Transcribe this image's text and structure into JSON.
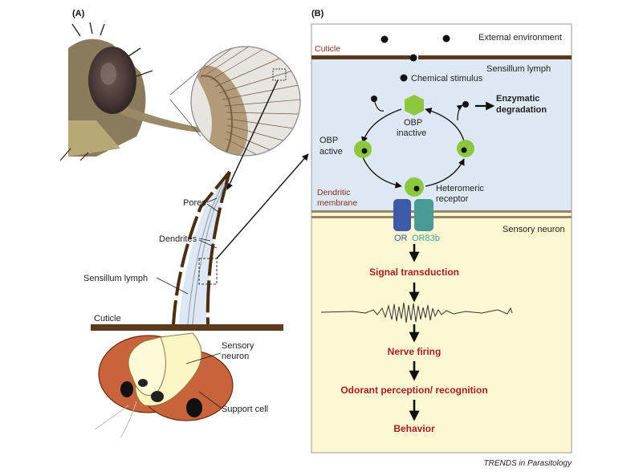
{
  "panel_a": {
    "panel_label": "(A)",
    "labels": {
      "pores": "Pores",
      "dendrites": "Dendrites",
      "sensillum_lymph": "Sensillum lymph",
      "cuticle": "Cuticle",
      "sensory_neuron_line1": "Sensory",
      "sensory_neuron_line2": "neuron",
      "support_cell": "Support cell"
    }
  },
  "panel_b": {
    "panel_label": "(B)",
    "labels": {
      "external_environment": "External environment",
      "cuticle": "Cuticle",
      "sensillum_lymph": "Sensillum lymph",
      "chemical_stimulus": "Chemical stimulus",
      "obp_inactive_line1": "OBP",
      "obp_inactive_line2": "inactive",
      "enzymatic_line1": "Enzymatic",
      "enzymatic_line2": "degradation",
      "obp_active_line1": "OBP",
      "obp_active_line2": "active",
      "heteromeric_line1": "Heteromeric",
      "heteromeric_line2": "receptor",
      "dendritic_line1": "Dendritic",
      "dendritic_line2": "membrane",
      "sensory_neuron": "Sensory neuron",
      "or": "OR",
      "or83b": "OR83b"
    },
    "cascade": [
      "Signal transduction",
      "Nerve firing",
      "Odorant perception/ recognition",
      "Behavior"
    ]
  },
  "credit": "TRENDS in Parasitology",
  "colors": {
    "lymph_blue": "#dce9f5",
    "neuron_yellow": "#fbf8d2",
    "cuticle_brown": "#5a3a1a",
    "obp_green": "#8dc63f",
    "or_blue": "#3c5aa8",
    "or83b_teal": "#4a9a96",
    "support_cell": "#c8643c",
    "cascade_red": "#a31f1f"
  }
}
